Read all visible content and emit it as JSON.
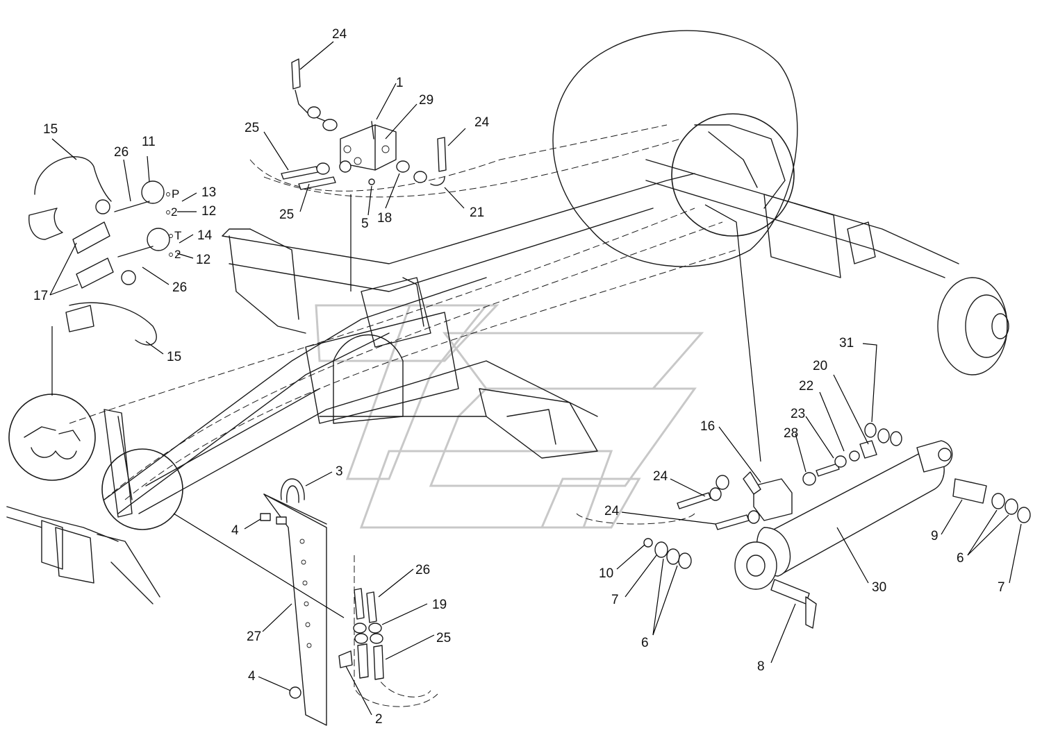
{
  "callouts": [
    {
      "id": "c24a",
      "label": "24"
    },
    {
      "id": "c1",
      "label": "1"
    },
    {
      "id": "c29",
      "label": "29"
    },
    {
      "id": "c24b",
      "label": "24"
    },
    {
      "id": "c25a",
      "label": "25"
    },
    {
      "id": "c25b",
      "label": "25"
    },
    {
      "id": "c5",
      "label": "5"
    },
    {
      "id": "c18",
      "label": "18"
    },
    {
      "id": "c21",
      "label": "21"
    },
    {
      "id": "c15a",
      "label": "15"
    },
    {
      "id": "c26a",
      "label": "26"
    },
    {
      "id": "c11",
      "label": "11"
    },
    {
      "id": "c13",
      "label": "13"
    },
    {
      "id": "c12a",
      "label": "12"
    },
    {
      "id": "c14",
      "label": "14"
    },
    {
      "id": "c12b",
      "label": "12"
    },
    {
      "id": "c17",
      "label": "17"
    },
    {
      "id": "c26b",
      "label": "26"
    },
    {
      "id": "c15b",
      "label": "15"
    },
    {
      "id": "c3",
      "label": "3"
    },
    {
      "id": "c4a",
      "label": "4"
    },
    {
      "id": "c27",
      "label": "27"
    },
    {
      "id": "c4b",
      "label": "4"
    },
    {
      "id": "c2",
      "label": "2"
    },
    {
      "id": "c26c",
      "label": "26"
    },
    {
      "id": "c19",
      "label": "19"
    },
    {
      "id": "c25c",
      "label": "25"
    },
    {
      "id": "c31",
      "label": "31"
    },
    {
      "id": "c20",
      "label": "20"
    },
    {
      "id": "c22",
      "label": "22"
    },
    {
      "id": "c23",
      "label": "23"
    },
    {
      "id": "c28",
      "label": "28"
    },
    {
      "id": "c16",
      "label": "16"
    },
    {
      "id": "c24c",
      "label": "24"
    },
    {
      "id": "c24d",
      "label": "24"
    },
    {
      "id": "c10",
      "label": "10"
    },
    {
      "id": "c7a",
      "label": "7"
    },
    {
      "id": "c6a",
      "label": "6"
    },
    {
      "id": "c30",
      "label": "30"
    },
    {
      "id": "c8",
      "label": "8"
    },
    {
      "id": "c9",
      "label": "9"
    },
    {
      "id": "c6b",
      "label": "6"
    },
    {
      "id": "c7b",
      "label": "7"
    }
  ],
  "coupler_marks": {
    "pressure_letter": "P",
    "tank_letter": "T",
    "ring_a": "2",
    "ring_b": "2"
  }
}
